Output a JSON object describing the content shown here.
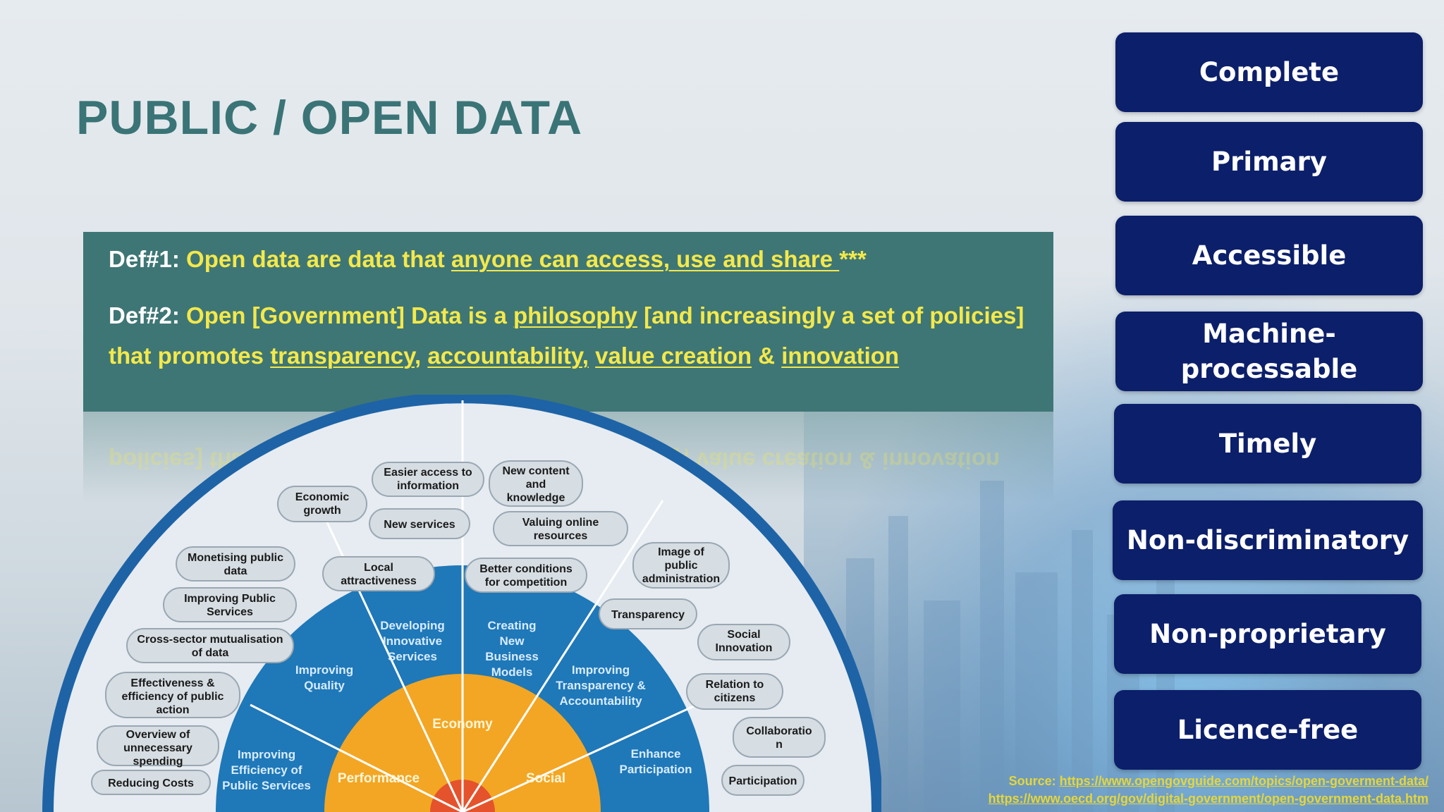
{
  "title": "PUBLIC / OPEN DATA",
  "definitions": {
    "def1": {
      "label": "Def#1:",
      "pre": " Open data are data that ",
      "link": "anyone can access, use and share ",
      "post": "***"
    },
    "def2": {
      "label": "Def#2:",
      "t1": " Open [Government] Data is a ",
      "philosophy": "philosophy",
      "t2": " [and increasingly a set of policies] that promotes ",
      "transparency": "transparency",
      "comma1": ", ",
      "accountability": "accountability,",
      "space": " ",
      "value_creation": "value creation",
      "amp": " & ",
      "innovation": "innovation"
    },
    "reflection": "policies] that promotes transparency, accountability, value creation & innovation"
  },
  "diagram": {
    "core": [
      "Economy",
      "Performance",
      "Social"
    ],
    "middle_ring": [
      "Improving Efficiency of Public Services",
      "Improving Quality",
      "Developing Innovative Services",
      "Creating New Business Models",
      "Improving Transparency & Accountability",
      "Enhance Participation"
    ],
    "outer_pills": [
      "Reducing Costs",
      "Overview of unnecessary spending",
      "Effectiveness & efficiency of public action",
      "Cross-sector mutualisation of data",
      "Improving Public Services",
      "Monetising public data",
      "Economic growth",
      "Easier access to information",
      "New content and knowledge",
      "New services",
      "Valuing online resources",
      "Local attractiveness",
      "Better conditions for competition",
      "Image of public administration",
      "Transparency",
      "Social Innovation",
      "Relation to citizens",
      "Collaboration",
      "Participation"
    ]
  },
  "principles": [
    "Complete",
    "Primary",
    "Accessible",
    "Machine-processable",
    "Timely",
    "Non-discriminatory",
    "Non-proprietary",
    "Licence-free"
  ],
  "source": {
    "label": "Source: ",
    "link1": "https://www.opengovguide.com/topics/open-goverment-data/",
    "link2": "https://www.oecd.org/gov/digital-government/open-government-data.htm"
  },
  "colors": {
    "title": "#3a7476",
    "def_box": "#3e7675",
    "highlight": "#f4e84a",
    "button": "#0c1f6a",
    "ring_outer": "#1e63a6",
    "ring_middle": "#1f78b8",
    "core": "#f3a623"
  }
}
